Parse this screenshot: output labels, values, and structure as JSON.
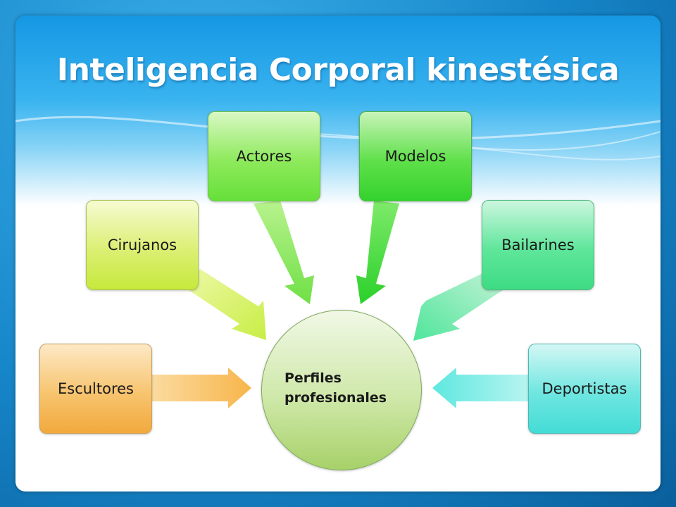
{
  "slide": {
    "title": "Inteligencia Corporal kinestésica"
  },
  "diagram": {
    "center": {
      "label": "Perfiles\nprofesionales",
      "color": "#b5d98a"
    },
    "nodes": [
      {
        "label": "Escultores",
        "color": "#f7c46f"
      },
      {
        "label": "Cirujanos",
        "color": "#dcef74"
      },
      {
        "label": "Actores",
        "color": "#8eea5c"
      },
      {
        "label": "Modelos",
        "color": "#5fe04a"
      },
      {
        "label": "Bailarines",
        "color": "#5fe69a"
      },
      {
        "label": "Deportistas",
        "color": "#6fe6e0"
      }
    ]
  }
}
